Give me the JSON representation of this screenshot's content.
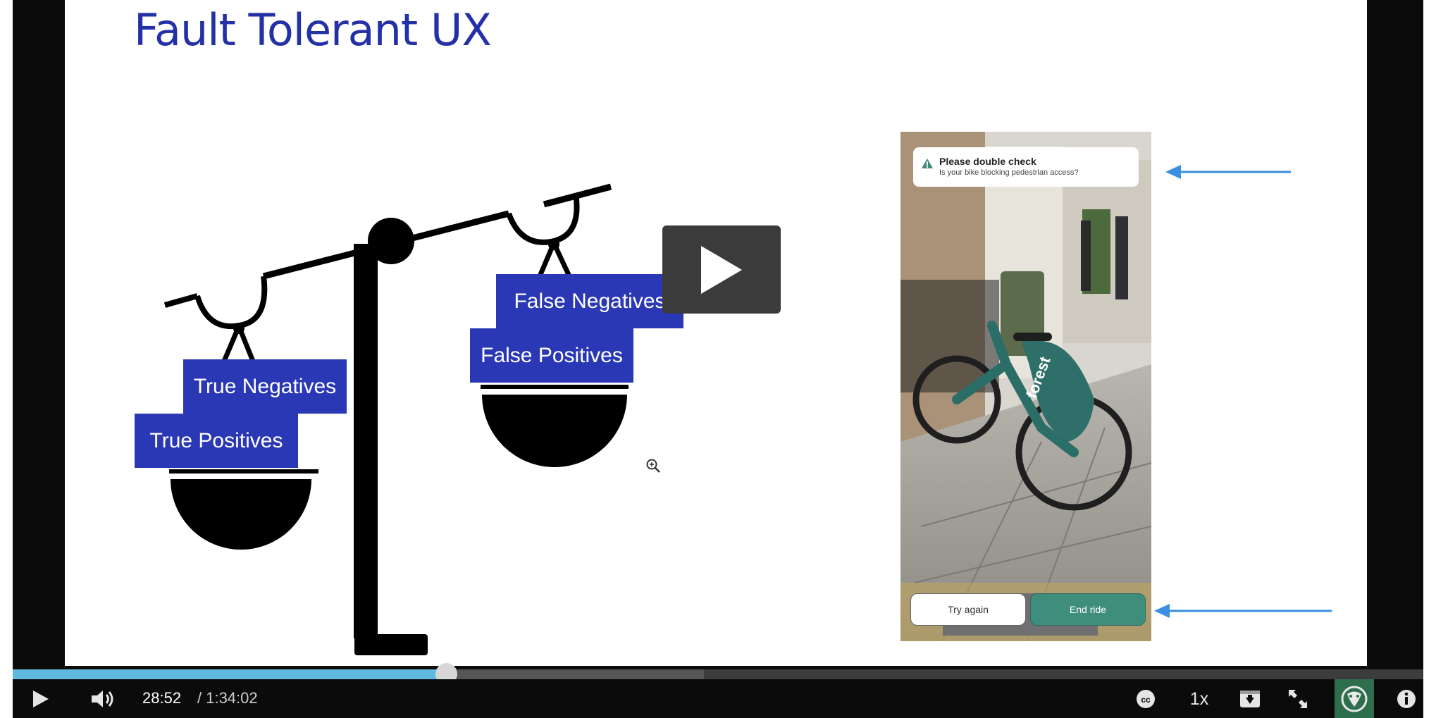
{
  "slide": {
    "title": "Fault Tolerant UX",
    "left_pan_labels": [
      "True Negatives",
      "True Positives"
    ],
    "right_pan_labels": [
      "False Negatives",
      "False Positives"
    ]
  },
  "phone": {
    "alert_title": "Please double check",
    "alert_message": "Is your bike blocking pedestrian access?",
    "bike_brand": "forest",
    "try_again_label": "Try again",
    "end_ride_label": "End ride"
  },
  "player": {
    "current_time": "28:52",
    "duration": "/ 1:34:02",
    "speed": "1x",
    "progress_fraction": 0.307
  },
  "colors": {
    "title": "#2431a6",
    "label_fill": "#2b38b5",
    "progress_played": "#5fb8dd",
    "end_ride_button": "#3f8e7c",
    "annotation_arrow": "#3a8fe0"
  },
  "icons": {
    "overlay": "play-icon",
    "play": "play-icon",
    "volume": "volume-icon",
    "captions": "closed-captions-icon",
    "download": "download-icon",
    "fullscreen": "fullscreen-icon",
    "logo": "ram-logo-icon",
    "info": "info-icon",
    "zoom": "zoom-in-icon"
  }
}
